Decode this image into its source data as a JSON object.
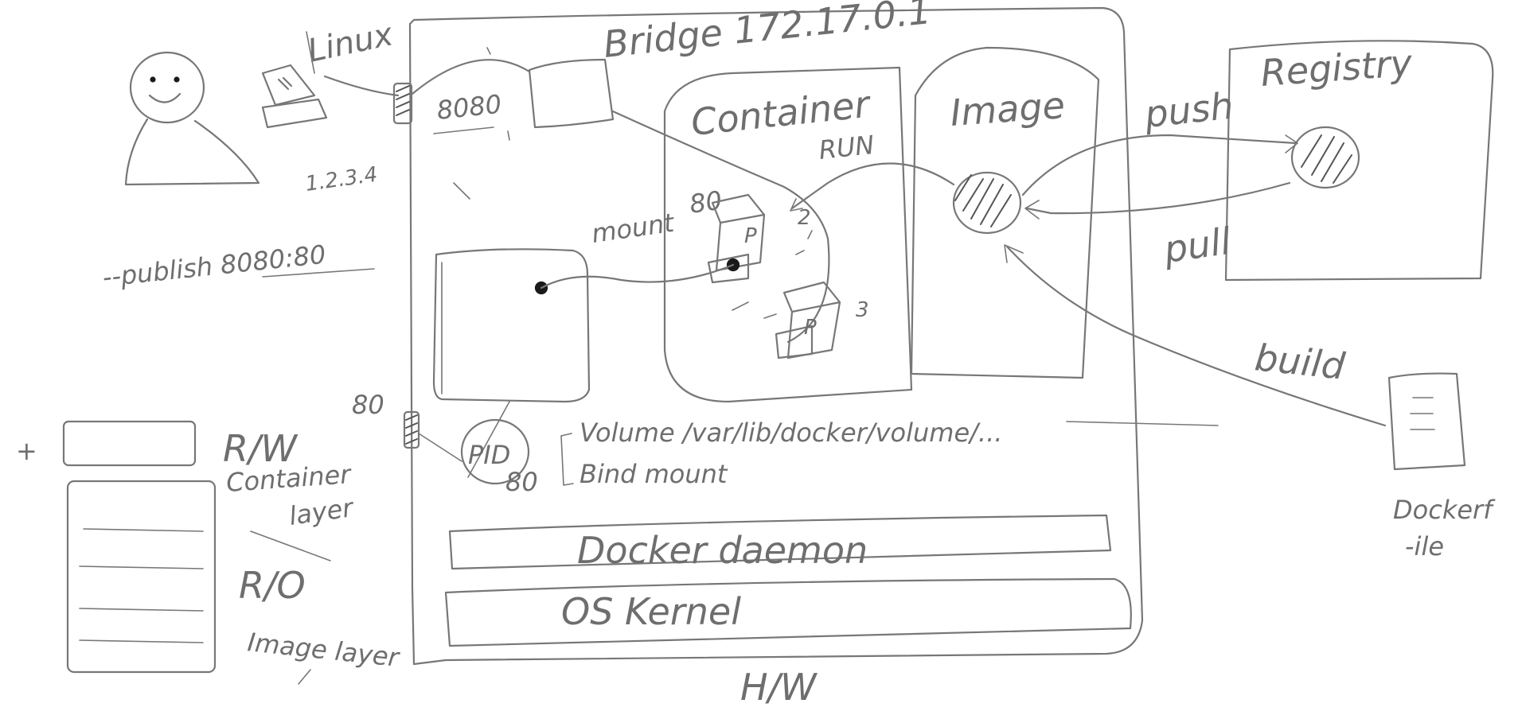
{
  "labels": {
    "linux": "Linux",
    "host_ip": "1.2.3.4",
    "host_port": "8080",
    "publish_cmd": "--publish 8080:80",
    "bridge": "Bridge 172.17.0.1",
    "container": "Container",
    "run": "RUN",
    "image": "Image",
    "registry": "Registry",
    "push": "push",
    "pull": "pull",
    "build": "build",
    "dockerfile_line1": "Dockerf",
    "dockerfile_line2": "-ile",
    "mount": "mount",
    "port_80_container": "80",
    "p_label": "P",
    "num_2": "2",
    "num_3": "3",
    "port_80_left": "80",
    "port_80_pid": "80",
    "pid": "PID",
    "volume": "Volume  /var/lib/docker/volume/...",
    "bind_mount": "Bind mount",
    "docker_daemon": "Docker daemon",
    "os_kernel": "OS Kernel",
    "hw": "H/W",
    "plus": "+",
    "rw": "R/W",
    "container_layer_1": "Container",
    "container_layer_2": "layer",
    "ro": "R/O",
    "image_layer": "Image layer"
  },
  "colors": {
    "stroke": "#777777",
    "ink": "#1a1a1a",
    "background": "#ffffff"
  }
}
